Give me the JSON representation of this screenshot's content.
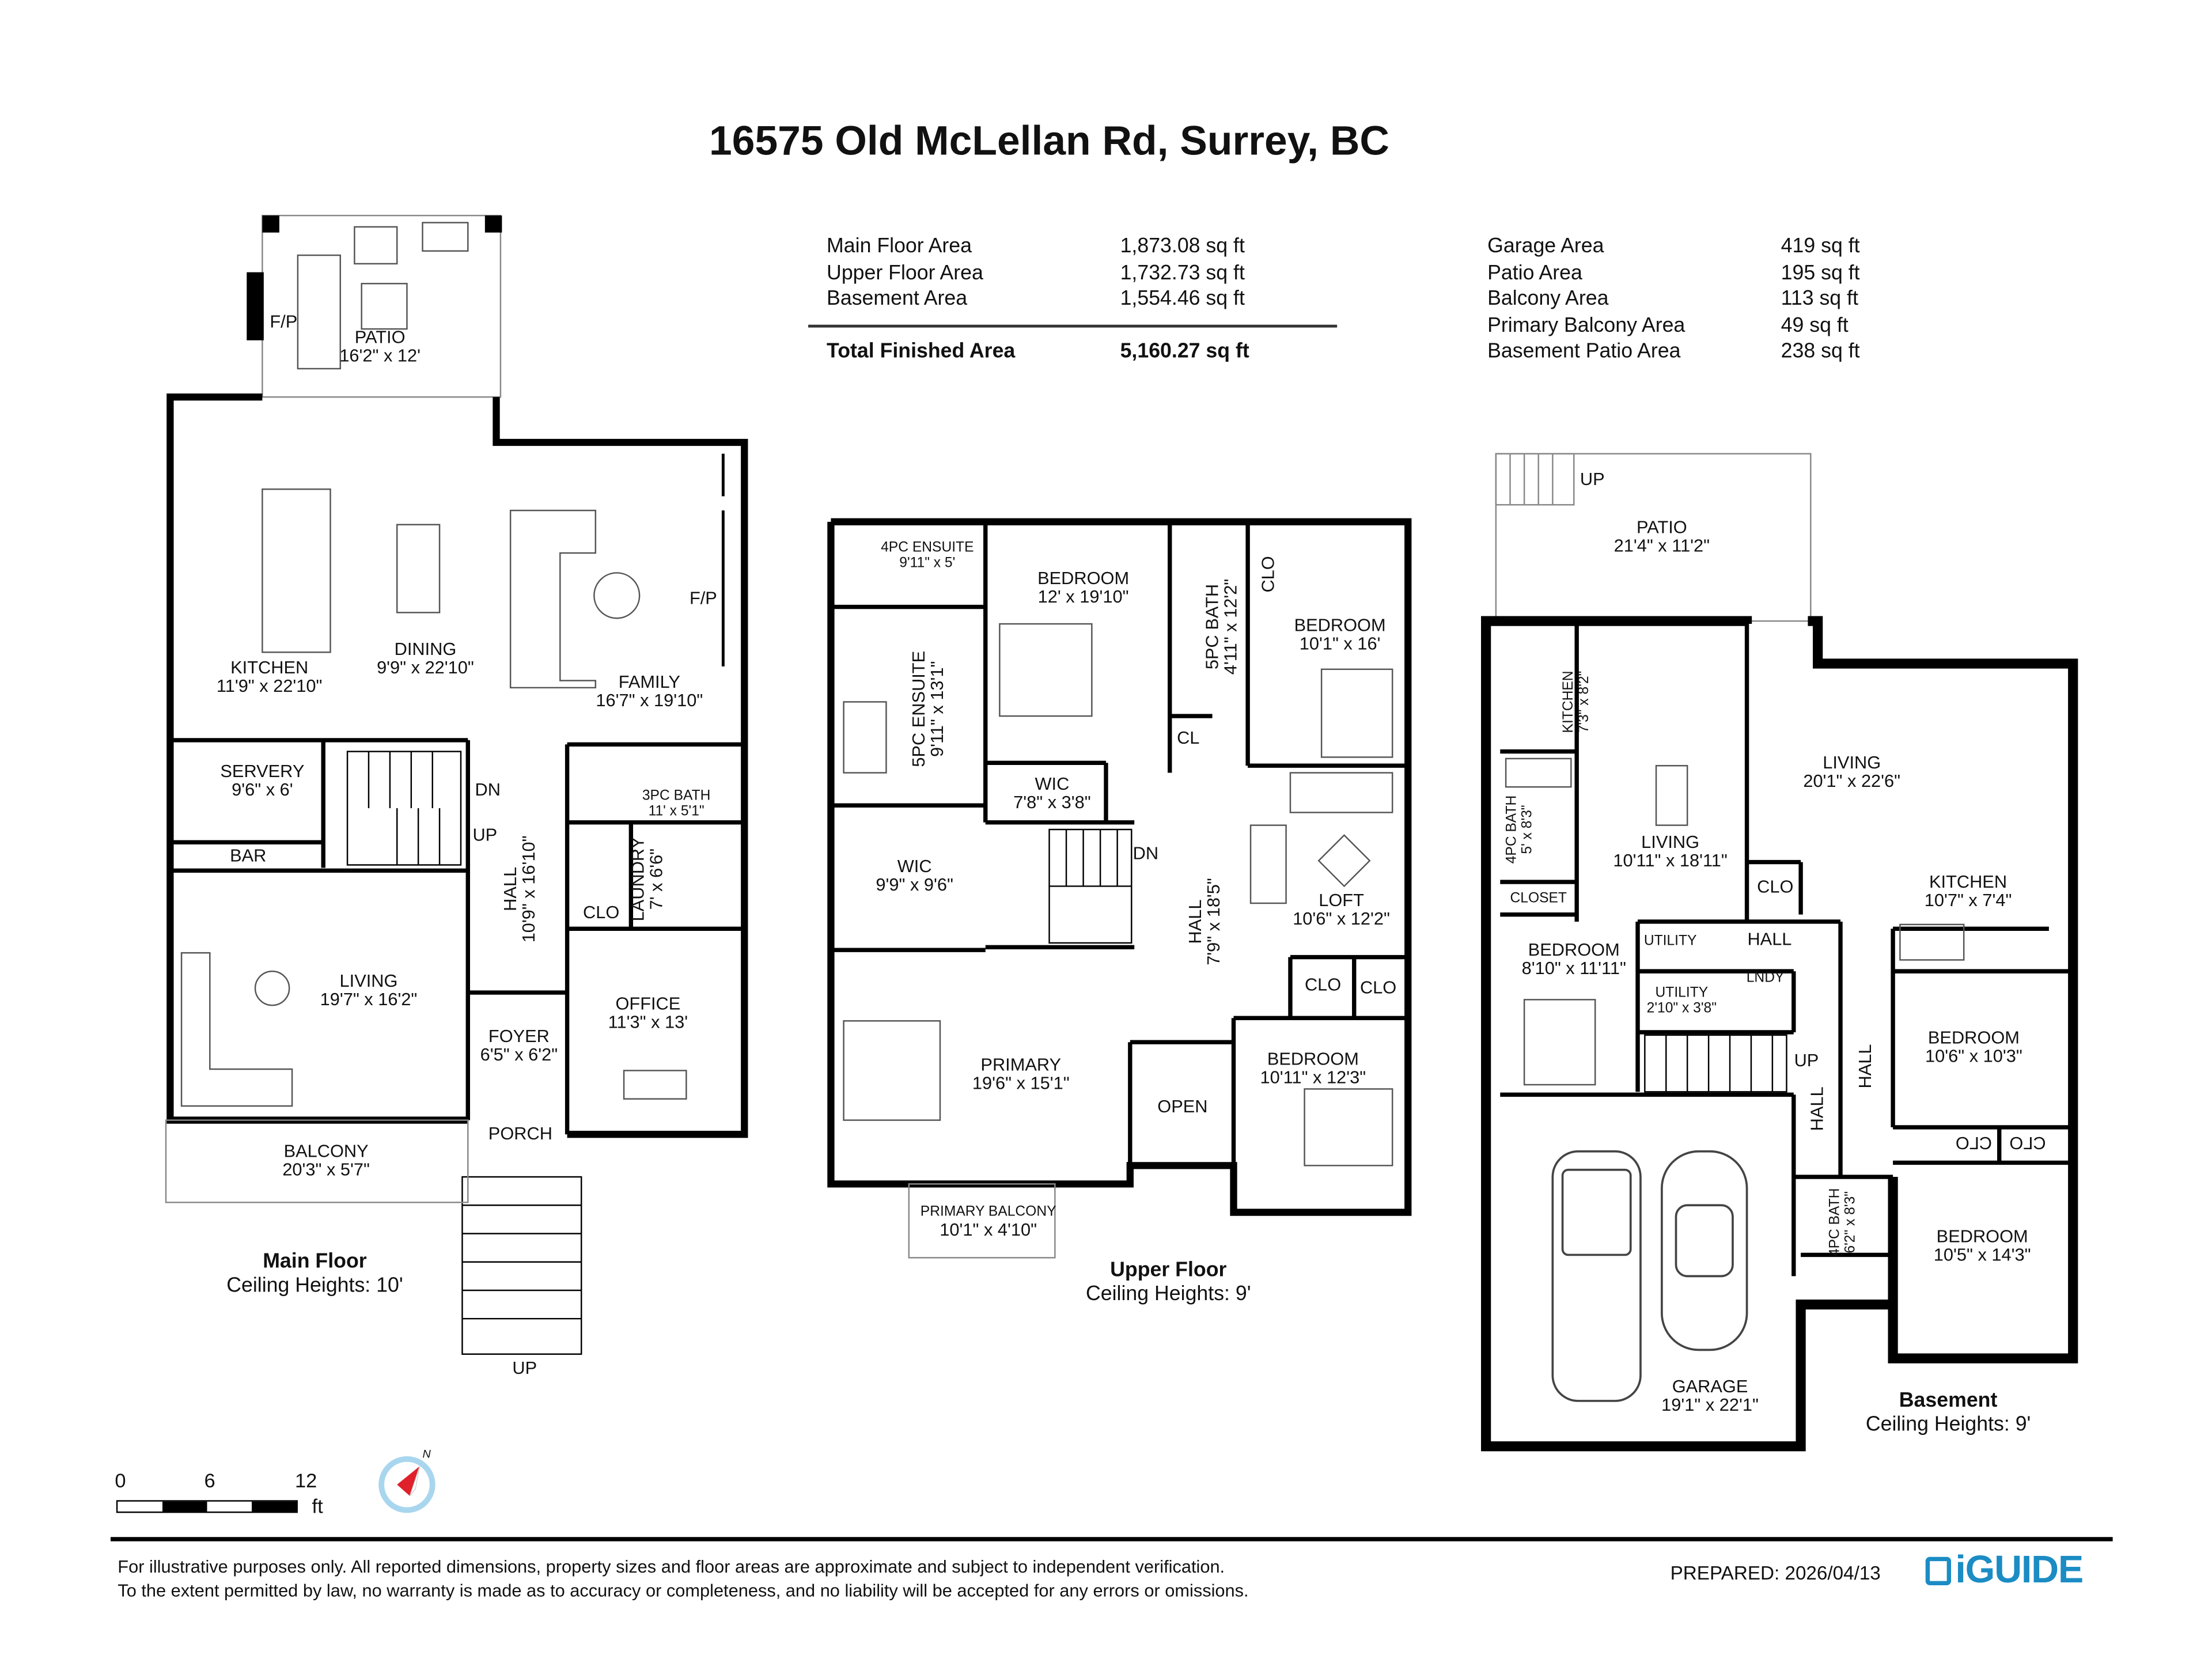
{
  "title": "16575 Old McLellan Rd, Surrey, BC",
  "areas_left": [
    {
      "label": "Main Floor Area",
      "value": "1,873.08 sq ft"
    },
    {
      "label": "Upper Floor Area",
      "value": "1,732.73 sq ft"
    },
    {
      "label": "Basement Area",
      "value": "1,554.46 sq ft"
    }
  ],
  "total": {
    "label": "Total Finished Area",
    "value": "5,160.27 sq ft"
  },
  "areas_right": [
    {
      "label": "Garage Area",
      "value": "419 sq ft"
    },
    {
      "label": "Patio Area",
      "value": "195 sq ft"
    },
    {
      "label": "Balcony Area",
      "value": "113 sq ft"
    },
    {
      "label": "Primary Balcony Area",
      "value": "49 sq ft"
    },
    {
      "label": "Basement Patio Area",
      "value": "238 sq ft"
    }
  ],
  "main_floor": {
    "name": "Main Floor",
    "ceiling": "Ceiling Heights: 10'",
    "rooms": [
      {
        "name": "PATIO",
        "dims": "16'2\" x 12'"
      },
      {
        "name": "KITCHEN",
        "dims": "11'9\" x 22'10\""
      },
      {
        "name": "DINING",
        "dims": "9'9\" x 22'10\""
      },
      {
        "name": "FAMILY",
        "dims": "16'7\" x 19'10\""
      },
      {
        "name": "SERVERY",
        "dims": "9'6\" x 6'"
      },
      {
        "name": "3PC BATH",
        "dims": "11' x 5'1\""
      },
      {
        "name": "BAR",
        "dims": ""
      },
      {
        "name": "HALL",
        "dims": "10'9\" x 16'10\""
      },
      {
        "name": "LAUNDRY",
        "dims": "7' x 6'6\""
      },
      {
        "name": "CLO",
        "dims": ""
      },
      {
        "name": "LIVING",
        "dims": "19'7\" x 16'2\""
      },
      {
        "name": "OFFICE",
        "dims": "11'3\" x 13'"
      },
      {
        "name": "FOYER",
        "dims": "6'5\" x 6'2\""
      },
      {
        "name": "PORCH",
        "dims": ""
      },
      {
        "name": "BALCONY",
        "dims": "20'3\" x 5'7\""
      }
    ],
    "labels": [
      "F/P",
      "F/P",
      "DN",
      "UP",
      "UP"
    ]
  },
  "upper_floor": {
    "name": "Upper Floor",
    "ceiling": "Ceiling Heights: 9'",
    "rooms": [
      {
        "name": "4PC ENSUITE",
        "dims": "9'11\" x 5'"
      },
      {
        "name": "BEDROOM",
        "dims": "12' x 19'10\""
      },
      {
        "name": "5PC BATH",
        "dims": "4'11\" x 12'2\""
      },
      {
        "name": "CLO",
        "dims": ""
      },
      {
        "name": "BEDROOM",
        "dims": "10'1\" x 16'"
      },
      {
        "name": "5PC ENSUITE",
        "dims": "9'11\" x 13'1\""
      },
      {
        "name": "CL",
        "dims": ""
      },
      {
        "name": "WIC",
        "dims": "7'8\" x 3'8\""
      },
      {
        "name": "WIC",
        "dims": "9'9\" x 9'6\""
      },
      {
        "name": "HALL",
        "dims": "7'9\" x 18'5\""
      },
      {
        "name": "LOFT",
        "dims": "10'6\" x 12'2\""
      },
      {
        "name": "CLO",
        "dims": ""
      },
      {
        "name": "CLO",
        "dims": ""
      },
      {
        "name": "PRIMARY",
        "dims": "19'6\" x 15'1\""
      },
      {
        "name": "OPEN",
        "dims": ""
      },
      {
        "name": "BEDROOM",
        "dims": "10'11\" x 12'3\""
      },
      {
        "name": "PRIMARY BALCONY",
        "dims": "10'1\" x 4'10\""
      }
    ],
    "labels": [
      "DN"
    ]
  },
  "basement": {
    "name": "Basement",
    "ceiling": "Ceiling Heights: 9'",
    "rooms": [
      {
        "name": "PATIO",
        "dims": "21'4\" x 11'2\""
      },
      {
        "name": "KITCHEN",
        "dims": "7'3\" x 8'2\""
      },
      {
        "name": "LIVING",
        "dims": "10'11\" x 18'11\""
      },
      {
        "name": "LIVING",
        "dims": "20'1\" x 22'6\""
      },
      {
        "name": "4PC BATH",
        "dims": "5' x 8'3\""
      },
      {
        "name": "CLOSET",
        "dims": ""
      },
      {
        "name": "CLO",
        "dims": ""
      },
      {
        "name": "KITCHEN",
        "dims": "10'7\" x 7'4\""
      },
      {
        "name": "UTILITY",
        "dims": ""
      },
      {
        "name": "HALL",
        "dims": ""
      },
      {
        "name": "BEDROOM",
        "dims": "8'10\" x 11'11\""
      },
      {
        "name": "UTILITY",
        "dims": "2'10\" x 3'8\""
      },
      {
        "name": "LNDY",
        "dims": ""
      },
      {
        "name": "HALL",
        "dims": ""
      },
      {
        "name": "HALL",
        "dims": ""
      },
      {
        "name": "BEDROOM",
        "dims": "10'6\" x 10'3\""
      },
      {
        "name": "CLO",
        "dims": ""
      },
      {
        "name": "CLO",
        "dims": ""
      },
      {
        "name": "4PC BATH",
        "dims": "6'2\" x 8'3\""
      },
      {
        "name": "BEDROOM",
        "dims": "10'5\" x 14'3\""
      },
      {
        "name": "GARAGE",
        "dims": "19'1\" x 22'1\""
      }
    ],
    "labels": [
      "UP",
      "UP"
    ]
  },
  "scale": {
    "ticks": [
      "0",
      "6",
      "12"
    ],
    "unit": "ft"
  },
  "compass": {
    "north": "N",
    "icon": "compass-icon"
  },
  "footer": {
    "disclaimer_1": "For illustrative purposes only. All reported dimensions, property sizes and floor areas are approximate and subject to independent verification.",
    "disclaimer_2": "To the extent permitted by law, no warranty is made as to accuracy or completeness, and no liability will be accepted for any errors or omissions.",
    "prepared": "PREPARED: 2026/04/13",
    "logo": "iGUIDE"
  },
  "colors": {
    "walls": "#000000",
    "logo": "#1b8cc4",
    "compass_needle": "#e0202a",
    "compass_ring": "#a9d6ef"
  }
}
